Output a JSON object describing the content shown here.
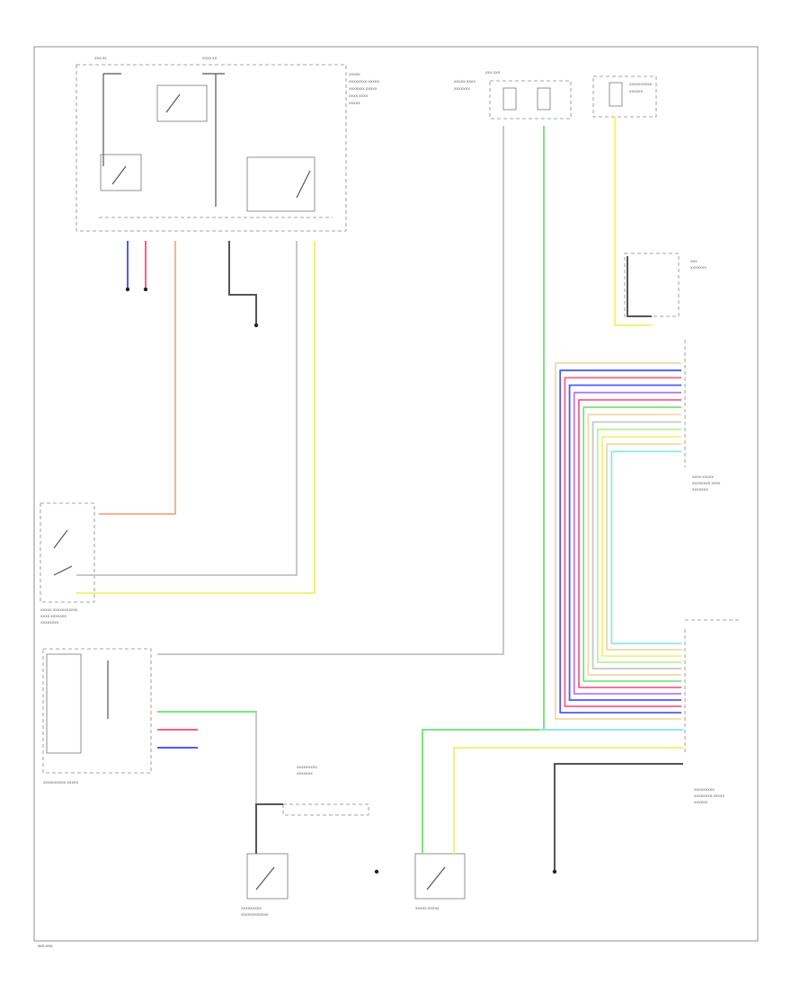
{
  "diagram": {
    "colors": {
      "orange": "#f7b38f",
      "blue": "#4a5cff",
      "pink": "#ff5c8a",
      "yellow": "#f2f27a",
      "green": "#7fe27f",
      "cyan": "#8ee6f0",
      "gray": "#c8c8c8",
      "violet": "#b07cff",
      "lightgreen": "#b8f29a",
      "tan": "#f0d7a8",
      "black": "#555555"
    },
    "wires": [
      {
        "name": "wire-orange-heater",
        "color": "orange"
      },
      {
        "name": "wire-blue-top",
        "color": "blue"
      },
      {
        "name": "wire-pink-top",
        "color": "pink"
      },
      {
        "name": "wire-yellow-sensor",
        "color": "yellow"
      },
      {
        "name": "wire-gray-sensor",
        "color": "gray"
      },
      {
        "name": "wire-black-ground",
        "color": "black"
      },
      {
        "name": "wire-green-right",
        "color": "green"
      },
      {
        "name": "wire-gray-right-long",
        "color": "gray"
      },
      {
        "name": "wire-yellow-fuse",
        "color": "yellow"
      },
      {
        "name": "wire-black-relay",
        "color": "black"
      },
      {
        "name": "wire-gray-to-motor",
        "color": "gray"
      },
      {
        "name": "wire-green-motor",
        "color": "green"
      },
      {
        "name": "wire-pink-motor",
        "color": "pink"
      },
      {
        "name": "wire-blue-motor",
        "color": "blue"
      },
      {
        "name": "wire-green-bottom",
        "color": "green"
      },
      {
        "name": "wire-cyan-bottom",
        "color": "cyan"
      },
      {
        "name": "wire-yellow-bottom",
        "color": "yellow"
      },
      {
        "name": "wire-black-bottom",
        "color": "black"
      },
      {
        "name": "wire-black-switch",
        "color": "black"
      }
    ],
    "bus_colors": [
      "tan",
      "blue",
      "pink",
      "blue",
      "violet",
      "pink",
      "green",
      "tan",
      "gray",
      "lightgreen",
      "yellow",
      "tan",
      "cyan"
    ],
    "footer_code": "W/D 0001"
  }
}
